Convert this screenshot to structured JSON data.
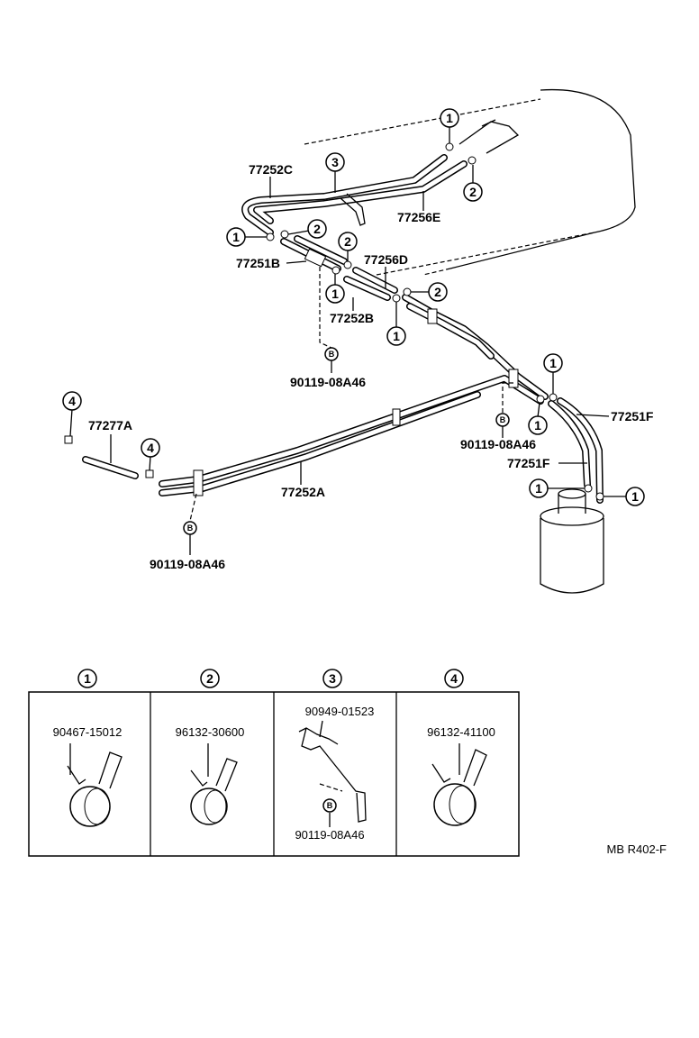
{
  "diagram": {
    "part_labels": {
      "p77252C": "77252C",
      "p77256E": "77256E",
      "p77251B": "77251B",
      "p77256D": "77256D",
      "p77252B": "77252B",
      "p77277A": "77277A",
      "p77252A": "77252A",
      "p77251F_a": "77251F",
      "p77251F_b": "77251F",
      "bolt_1": "90119-08A46",
      "bolt_2": "90119-08A46",
      "bolt_3": "90119-08A46"
    },
    "callouts": {
      "one": "1",
      "two": "2",
      "three": "3",
      "four": "4",
      "bolt": "B"
    },
    "legend": [
      {
        "key": "1",
        "part": "90467-15012",
        "type": "clip"
      },
      {
        "key": "2",
        "part": "96132-30600",
        "type": "clip"
      },
      {
        "key": "3",
        "part": "90949-01523",
        "sub_key": "B",
        "sub_part": "90119-08A46",
        "type": "bracket"
      },
      {
        "key": "4",
        "part": "96132-41100",
        "type": "clip"
      }
    ],
    "figure_code": "MB R402-F"
  }
}
